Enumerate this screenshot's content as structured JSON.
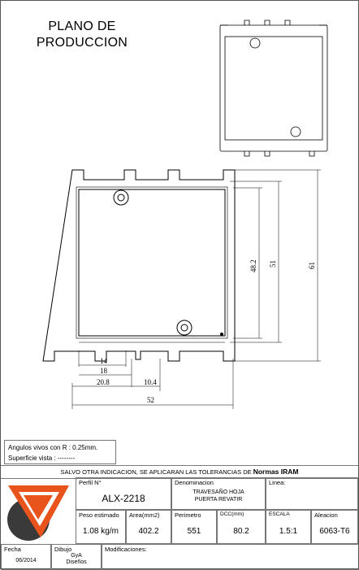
{
  "title": {
    "line1": "PLANO DE",
    "line2": "PRODUCCION"
  },
  "dimensions": {
    "d14": "14",
    "d18": "18",
    "d20_8": "20.8",
    "d10_4": "10.4",
    "d52": "52",
    "d48_2": "48.2",
    "d51": "51",
    "d61": "61"
  },
  "notes": {
    "corners": "Angulos vivos con R : 0.25mm.",
    "surface": "Superficie vista : --------"
  },
  "tolerance": {
    "text": "SALVO OTRA INDICACION, SE APLICARAN LAS TOLERANCIAS DE",
    "norm": "Normas IRAM"
  },
  "title_block": {
    "perfil_label": "Perfil  N°",
    "perfil_value": "ALX-2218",
    "denominacion_label": "Denominacion",
    "denominacion_line1": "TRAVESAÑO HOJA",
    "denominacion_line2": "PUERTA REVATIR",
    "linea_label": "Linea:",
    "peso_label": "Peso  estimado",
    "peso_value": "1.08 kg/m",
    "area_label": "Area(mm2)",
    "area_value": "402.2",
    "perimetro_label": "Perimetro",
    "perimetro_value": "551",
    "dcc_label": "DCC(mm)",
    "dcc_value": "80.2",
    "escala_label": "ESCALA",
    "escala_value": "1.5:1",
    "aleacion_label": "Aleacion",
    "aleacion_value": "6063-T6",
    "fecha_label": "Fecha",
    "fecha_value": "06/2014",
    "dibujo_label": "Dibujo",
    "dibujo_line1": "GyA",
    "dibujo_line2": "Diseños",
    "modificaciones_label": "Modificaciones:"
  },
  "colors": {
    "logo_orange": "#e8541c",
    "logo_dark": "#3a3a3a",
    "profile_fill": "#ffffff",
    "line": "#000000"
  }
}
